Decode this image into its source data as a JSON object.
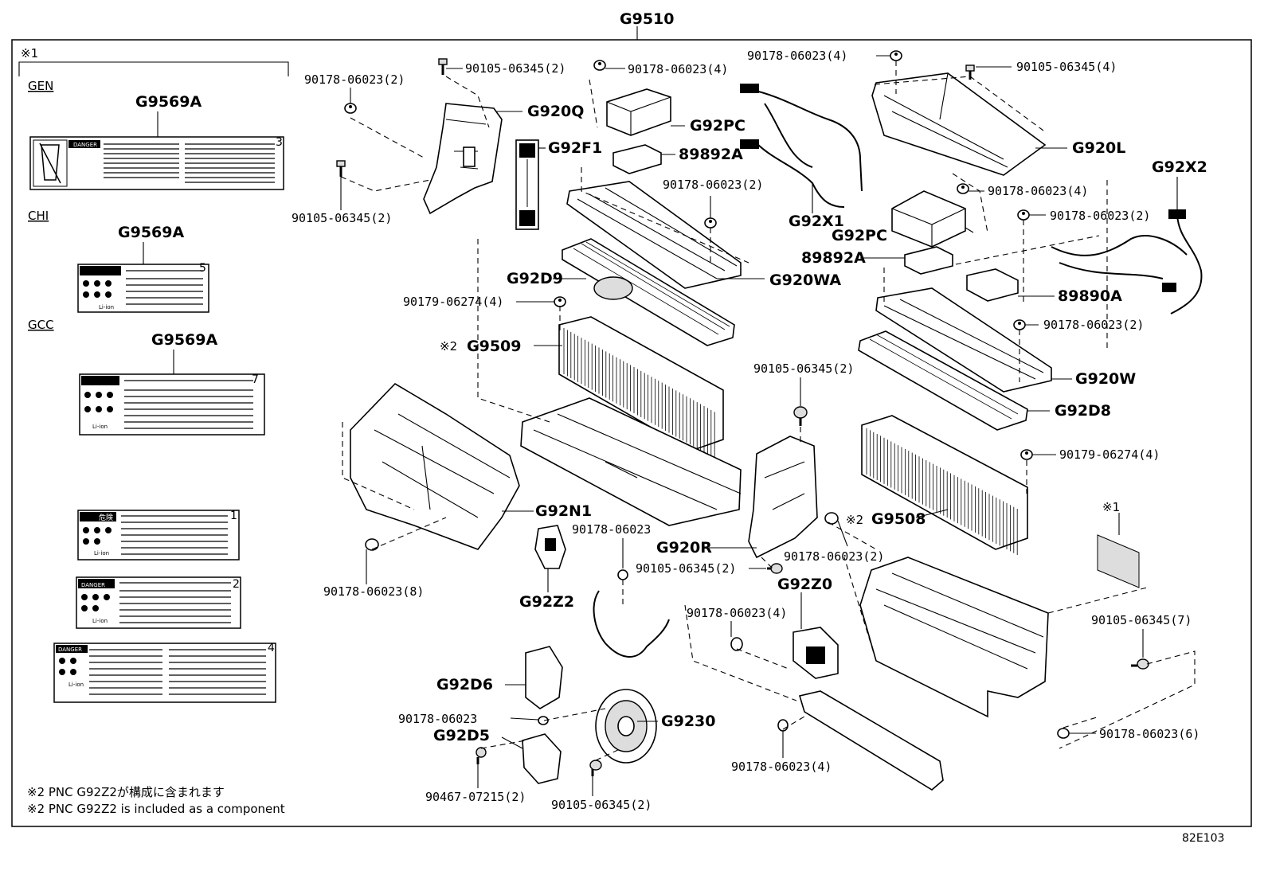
{
  "title": "G9510",
  "figure_id": "82E103",
  "note_marker_1": "※1",
  "sections": {
    "gen": "GEN",
    "chi": "CHI",
    "gcc": "GCC"
  },
  "label_parts": {
    "gen": "G9569A",
    "chi": "G9569A",
    "gcc": "G9569A"
  },
  "label_numbers": [
    "3",
    "5",
    "7",
    "1",
    "2",
    "4"
  ],
  "label_texts": {
    "danger_en": "DANGER",
    "danger_jp": "危険",
    "liion": "Li-ion"
  },
  "footnotes": [
    "※2 PNC G92Z2が構成に含まれます",
    "※2 PNC G92Z2 is included as a component"
  ],
  "callouts": {
    "c01": "90105-06345(2)",
    "c02": "90178-06023(2)",
    "c03": "G920Q",
    "c04": "G92F1",
    "c05": "90105-06345(2)",
    "c06": "90178-06023(4)",
    "c07": "G92PC",
    "c08": "89892A",
    "c09": "90178-06023(4)",
    "c10": "90105-06345(4)",
    "c11": "G920L",
    "c12": "G92X2",
    "c13": "90178-06023(2)",
    "c14": "90178-06023(4)",
    "c15": "G92X1",
    "c16": "90178-06023(2)",
    "c17": "G92PC",
    "c18": "89892A",
    "c19": "89890A",
    "c20": "G92D9",
    "c21": "G920WA",
    "c22": "90179-06274(4)",
    "c23": "※2",
    "c24": "G9509",
    "c25": "90178-06023(2)",
    "c26": "90105-06345(2)",
    "c27": "G920W",
    "c28": "G92D8",
    "c29": "90179-06274(4)",
    "c30": "G92N1",
    "c31": "※1",
    "c32": "90178-06023",
    "c33": "※2",
    "c34": "G9508",
    "c35": "G920R",
    "c36": "90178-06023(2)",
    "c37": "90105-06345(2)",
    "c38": "90178-06023(8)",
    "c39": "G92Z2",
    "c40": "G92Z0",
    "c41": "90178-06023(4)",
    "c42": "90105-06345(7)",
    "c43": "G92D6",
    "c44": "90178-06023",
    "c45": "G92D5",
    "c46": "G9230",
    "c47": "90178-06023(6)",
    "c48": "90178-06023(4)",
    "c49": "90467-07215(2)",
    "c50": "90105-06345(2)"
  }
}
